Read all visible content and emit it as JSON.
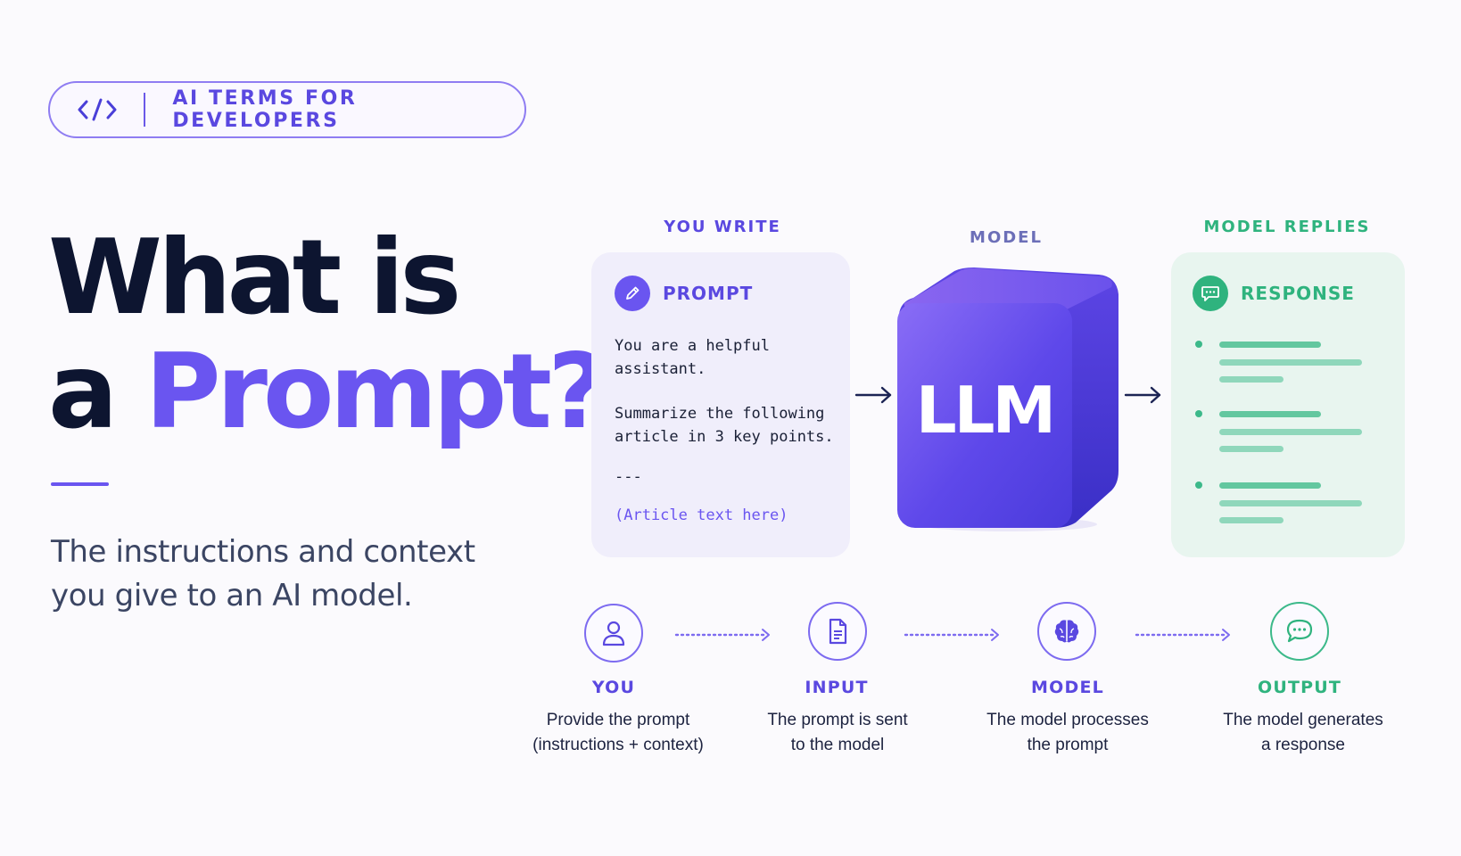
{
  "tag": {
    "label": "AI TERMS FOR DEVELOPERS",
    "icon": "code-icon"
  },
  "title": {
    "line1": "What is",
    "line2_plain": "a ",
    "line2_accent": "Prompt?"
  },
  "subtitle": {
    "line1": "The instructions and context",
    "line2": "you give to an AI model."
  },
  "sections": {
    "you_write": "YOU WRITE",
    "model": "MODEL",
    "model_replies": "MODEL REPLIES"
  },
  "prompt_card": {
    "title": "PROMPT",
    "icon": "pencil-icon",
    "line1": "You are a helpful",
    "line2": "assistant.",
    "line3": "Summarize the following",
    "line4": "article in 3 key points.",
    "separator": "---",
    "placeholder": "(Article text here)"
  },
  "model_block": {
    "label": "LLM"
  },
  "response_card": {
    "title": "RESPONSE",
    "icon": "chat-bubble-icon"
  },
  "steps": [
    {
      "title": "YOU",
      "desc1": "Provide the prompt",
      "desc2": "(instructions + context)",
      "icon": "user-icon"
    },
    {
      "title": "INPUT",
      "desc1": "The prompt is sent",
      "desc2": "to the model",
      "icon": "document-icon"
    },
    {
      "title": "MODEL",
      "desc1": "The model processes",
      "desc2": "the prompt",
      "icon": "brain-icon"
    },
    {
      "title": "OUTPUT",
      "desc1": "The model generates",
      "desc2": "a response",
      "icon": "chat-bubble-icon"
    }
  ],
  "colors": {
    "accent": "#6a55f0",
    "ink": "#0d1530",
    "green": "#2fb37e",
    "navy_arrow": "#1c2454"
  }
}
